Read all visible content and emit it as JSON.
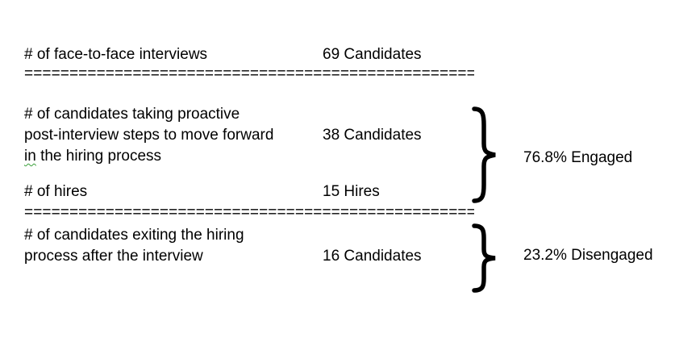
{
  "document": {
    "separator": "==================================================",
    "colors": {
      "text": "#000000",
      "background": "#ffffff",
      "grammar_squiggle": "#3aa03a"
    },
    "sections": [
      {
        "name": "face-to-face-interviews",
        "rows": [
          {
            "label": "# of face-to-face interviews",
            "value": "69 Candidates"
          }
        ]
      },
      {
        "name": "engaged-group",
        "brace_label": "76.8% Engaged",
        "rows": [
          {
            "label_lines": [
              "# of candidates taking proactive",
              "post-interview steps to move forward"
            ],
            "flagged_word": "in",
            "label_line3_rest": " the hiring process",
            "value": "38 Candidates"
          },
          {
            "label": "# of hires",
            "value": "15 Hires"
          }
        ]
      },
      {
        "name": "disengaged-group",
        "brace_label": "23.2% Disengaged",
        "rows": [
          {
            "label_lines": [
              "# of candidates exiting the hiring",
              "process after the interview"
            ],
            "value": "16 Candidates"
          }
        ]
      }
    ]
  }
}
